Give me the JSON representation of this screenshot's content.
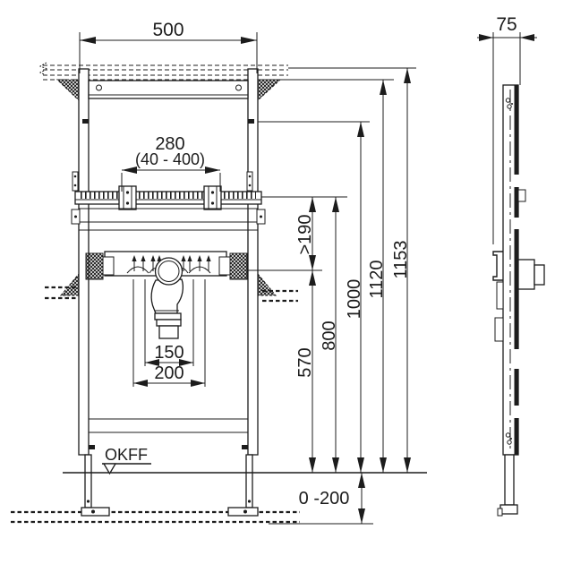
{
  "meta": {
    "ink_color": "#1c1c1c",
    "background_color": "#ffffff",
    "drawing_type": "washbasin installation frame, front and side view"
  },
  "front_view": {
    "width": "500",
    "fixing_range": "280",
    "fixing_range_limits": "(40 - 400)",
    "min_clearance": ">190",
    "trap_connection_height": "570",
    "rail_height": "800",
    "upper_fixing_height": "1000",
    "bracket_height": "1120",
    "total_height": "1153",
    "drain_spacing_inner": "150",
    "drain_spacing_outer": "200",
    "floor_level_label": "OKFF",
    "foot_adjustment_range": "0 -200"
  },
  "side_view": {
    "depth": "75"
  }
}
